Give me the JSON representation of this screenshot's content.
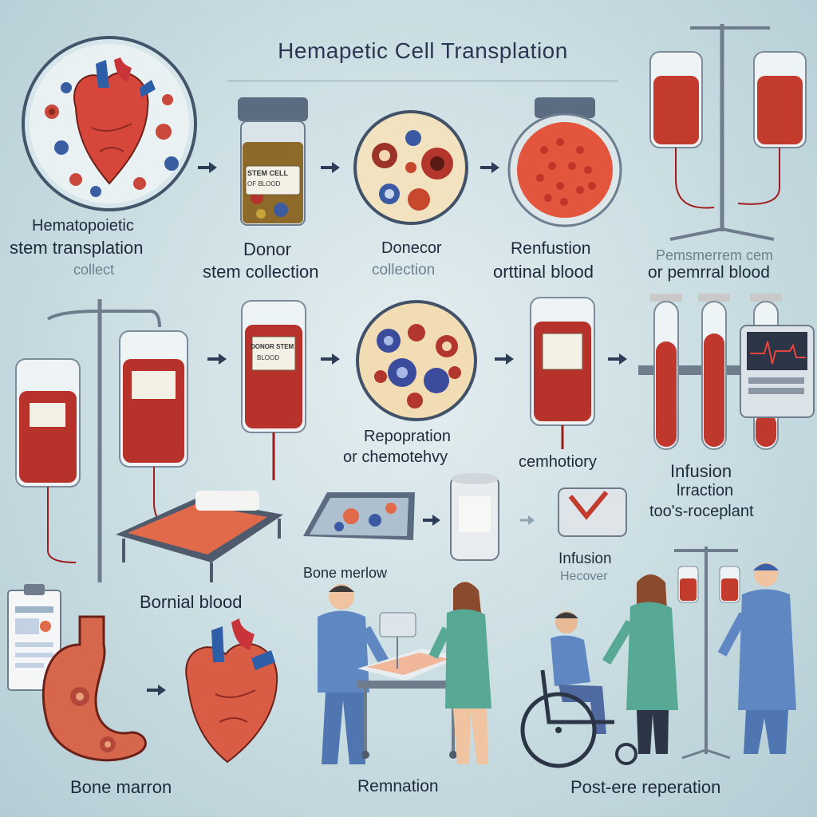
{
  "title": "Hemapetic Cell Transplation",
  "row1": {
    "hsct_label_1": "Hematopoietic",
    "hsct_label_2": "stem transplation",
    "hsct_label_3": "collect",
    "donor_stem_1": "Donor",
    "donor_stem_2": "stem collection",
    "donor_coll_1": "Donecor",
    "donor_coll_2": "collection",
    "refusion_1": "Renfustion",
    "refusion_2": "orttinal blood",
    "peripheral_1": "Pemsmerrem cem",
    "peripheral_2": "or pemrral blood",
    "jar_tag_1": "STEM CELL",
    "jar_tag_2": "OF BLOOD"
  },
  "row2": {
    "repar_1": "Repopration",
    "repar_2": "or chemotehvy",
    "chemo": "cemhotiory",
    "infusion_1": "Infusion",
    "infusion_2": "lrraction",
    "infusion_3": "too's-roceplant",
    "bag_tag": "DONOR STEM",
    "bag_tag_2": "BLOOD"
  },
  "row3": {
    "bornial": "Bornial blood",
    "bone_marlow": "Bone merlow",
    "infusion_recover_1": "Infusion",
    "infusion_recover_2": "Hecover",
    "bone_marron": "Bone marron",
    "remnation": "Remnation",
    "post_reperation": "Post-ere reperation"
  },
  "colors": {
    "blood": "#b8322c",
    "heart_red": "#d7463a",
    "heart_blue": "#2f5ea8",
    "scrubs_blue": "#5f88c2",
    "scrubs_green": "#57a894",
    "background": "#c9dde2"
  }
}
